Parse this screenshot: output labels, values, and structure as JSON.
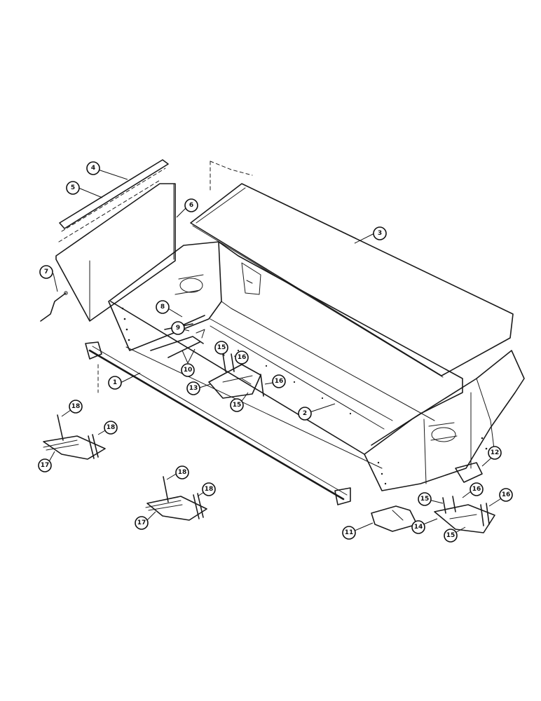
{
  "callouts": [
    {
      "id": "c1",
      "label": "1"
    },
    {
      "id": "c2",
      "label": "2"
    },
    {
      "id": "c3",
      "label": "3"
    },
    {
      "id": "c4",
      "label": "4"
    },
    {
      "id": "c5",
      "label": "5"
    },
    {
      "id": "c6",
      "label": "6"
    },
    {
      "id": "c7",
      "label": "7"
    },
    {
      "id": "c8",
      "label": "8"
    },
    {
      "id": "c9",
      "label": "9"
    },
    {
      "id": "c10",
      "label": "10"
    },
    {
      "id": "c11",
      "label": "11"
    },
    {
      "id": "c12",
      "label": "12"
    },
    {
      "id": "c13",
      "label": "13"
    },
    {
      "id": "c14",
      "label": "14"
    },
    {
      "id": "c15a",
      "label": "15"
    },
    {
      "id": "c15b",
      "label": "15"
    },
    {
      "id": "c15c",
      "label": "15"
    },
    {
      "id": "c15d",
      "label": "15"
    },
    {
      "id": "c16a",
      "label": "16"
    },
    {
      "id": "c16b",
      "label": "16"
    },
    {
      "id": "c16c",
      "label": "16"
    },
    {
      "id": "c16d",
      "label": "16"
    },
    {
      "id": "c17a",
      "label": "17"
    },
    {
      "id": "c17b",
      "label": "17"
    },
    {
      "id": "c18a",
      "label": "18"
    },
    {
      "id": "c18b",
      "label": "18"
    },
    {
      "id": "c18c",
      "label": "18"
    },
    {
      "id": "c18d",
      "label": "18"
    }
  ]
}
